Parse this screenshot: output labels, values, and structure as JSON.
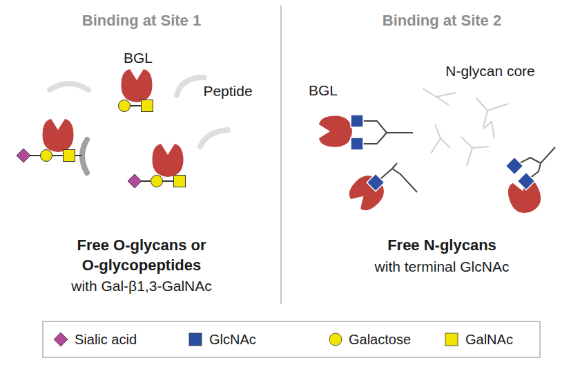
{
  "diagram": {
    "labels": [
      "Binding at Site 1",
      "Binding at Site 2",
      "BGL",
      "Peptide",
      "Free O-glycans or O-glycopeptides",
      "with Gal-β1,3-GalNAc",
      "BGL",
      "N-glycan core",
      "Free N-glycans",
      "with terminal GlcNAc"
    ],
    "legend": [
      {
        "text": "Sialic acid",
        "color": "#b24a9c"
      },
      {
        "text": "GlcNAc",
        "color": "#2c4ea0"
      },
      {
        "text": "Galactose",
        "color": "#f3e300"
      },
      {
        "text": "GalNAc",
        "color": "#f3e300"
      }
    ]
  }
}
